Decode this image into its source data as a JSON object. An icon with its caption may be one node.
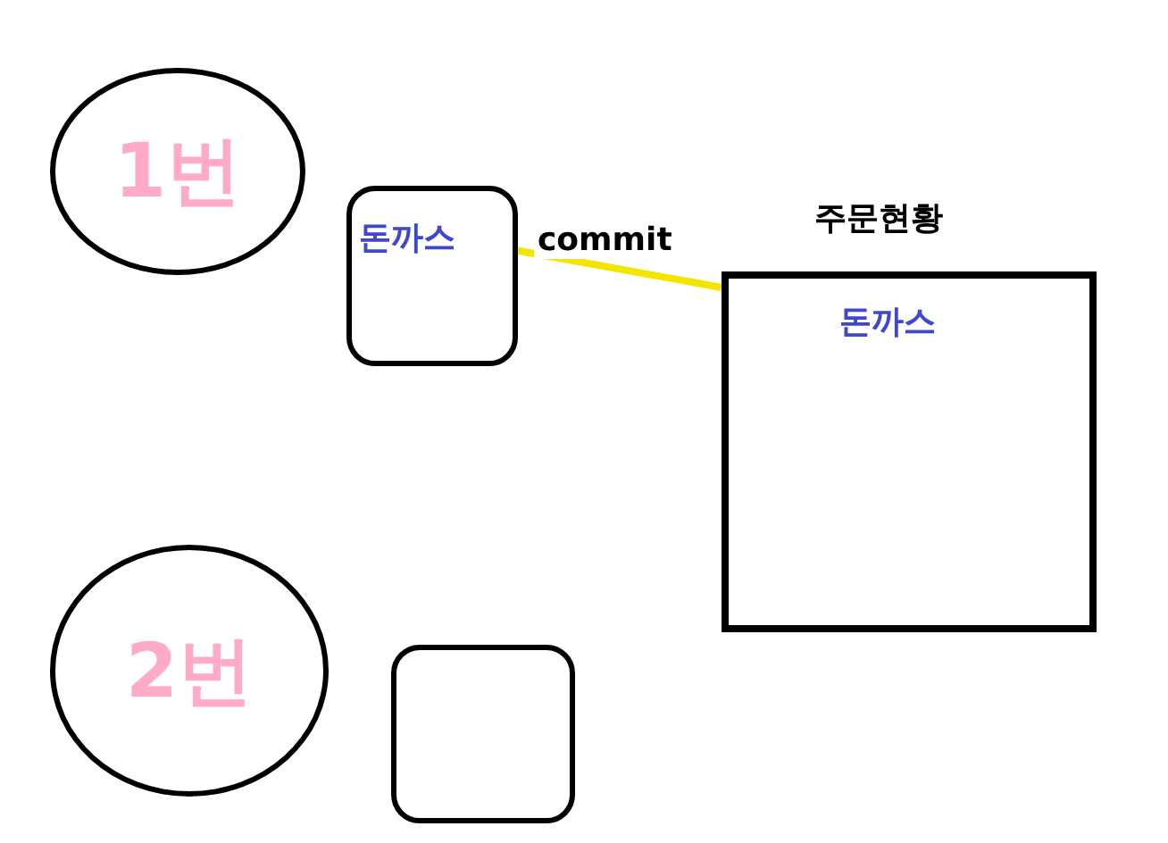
{
  "diagram": {
    "nodes": [
      {
        "text": [
          "1번"
        ]
      },
      {
        "text": [
          "돈까스"
        ]
      },
      {
        "text": [
          "주문현황",
          "돈까스"
        ]
      },
      {
        "text": [
          "2번"
        ]
      },
      {
        "text": [],
        "shape": "box"
      }
    ],
    "edges": [
      {
        "from": 1,
        "to": 2,
        "arrow": "none",
        "label": "commit",
        "color": "#f2e600"
      }
    ]
  }
}
